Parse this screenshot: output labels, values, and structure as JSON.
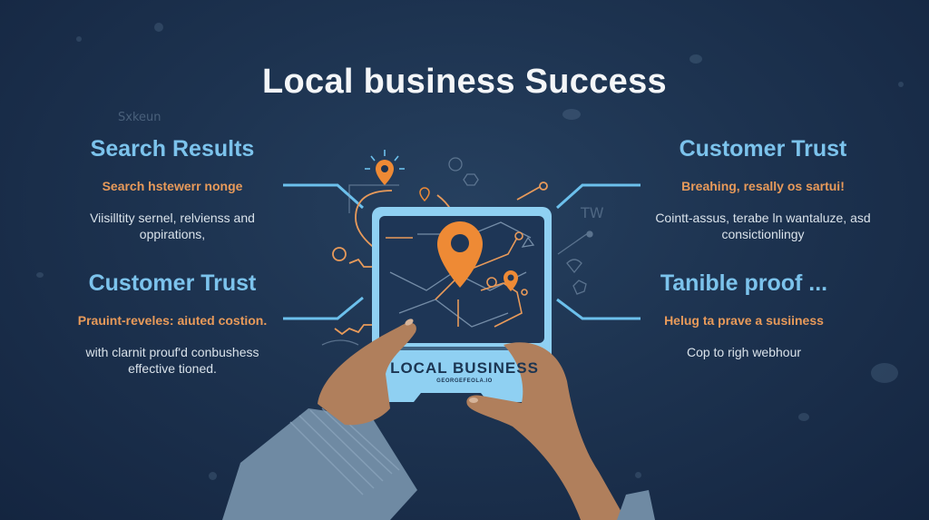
{
  "header": {
    "title": "Local business Success"
  },
  "background_marks": {
    "left_scribble": "Sxkeun",
    "right_scribble": "TW"
  },
  "blocks": [
    {
      "position": "top-left",
      "heading": "Search Results",
      "subheading": "Search hstewerr nonge",
      "body_line1": "Viisilltity sernel, relvienss and",
      "body_line2": "oppirations,"
    },
    {
      "position": "bottom-left",
      "heading": "Customer Trust",
      "subheading": "Prauint-reveles: aiuted costion.",
      "body_line1": "with clarnit prouf'd conbushess",
      "body_line2": "effective tioned."
    },
    {
      "position": "top-right",
      "heading": "Customer Trust",
      "subheading": "Breahing, resally os sartui!",
      "body_line1": "Cointt-assus, terabe ln wantaluze, asd",
      "body_line2": "consictionlingy"
    },
    {
      "position": "bottom-right",
      "heading": "Tanible proof ...",
      "subheading": "Helug ta prave a susiiness",
      "body_line1": "Cop to righ webhour",
      "body_line2": ""
    }
  ],
  "device": {
    "label": "LOCAL BUSINESS",
    "small_text": "GEORGEFEOLA.IO"
  },
  "colors": {
    "background": "#1d3350",
    "heading_blue": "#7cc3ec",
    "accent_orange": "#e89a5a",
    "pin_orange": "#ee8a35",
    "card_blue": "#8fd0f2",
    "body_text": "#d9e2ea"
  }
}
